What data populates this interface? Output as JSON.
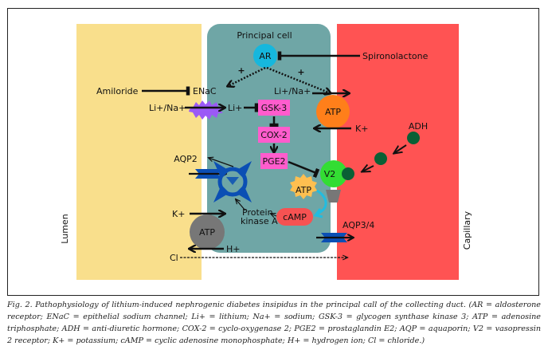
{
  "regions": {
    "lumen": "Lumen",
    "cell": "Principal cell",
    "capillary": "Capillary"
  },
  "labels": {
    "ar": "AR",
    "spironolactone": "Spironolactone",
    "plus": "+",
    "amiloride": "Amiloride",
    "enac": "ENaC",
    "li_na_lumen": "Li+/Na+",
    "li": "Li+",
    "gsk3": "GSK-3",
    "cox2": "COX-2",
    "pge2": "PGE2",
    "li_na_baso": "Li+/Na+",
    "atp_pump": "ATP",
    "k_baso": "K+",
    "adh": "ADH",
    "v2": "V2",
    "atp_burst": "ATP",
    "camp": "cAMP",
    "aqp2": "AQP2",
    "pka_line1": "Protein",
    "pka_line2": "kinase A",
    "k_apical": "K+",
    "atp_apical": "ATP",
    "h": "H+",
    "cl": "Cl",
    "aqp34": "AQP3/4"
  },
  "colors": {
    "lumen": "#f9df8c",
    "cell": "#6fa6a6",
    "capillary": "#ff5353",
    "ar": "#16b7dd",
    "enac_burst": "#9b59f6",
    "enzyme_box": "#ff5ccd",
    "atp_pump": "#ff7f1a",
    "v2": "#33dd33",
    "adh": "#0a6035",
    "atp_burst": "#ffbf50",
    "camp": "#f65252",
    "channel": "#0b4fb4",
    "pka": "#0b4fb4",
    "atp_apical": "#777777",
    "receptor_base": "#777777",
    "camp_arrow": "#22bce0"
  },
  "caption": "Fig. 2. Pathophysiology of lithium-induced nephrogenic diabetes insipidus in the principal call of the collecting duct. (AR = aldosterone receptor; ENaC = epithelial sodium channel; Li+ = lithium; Na+ = sodium; GSK-3 = glycogen synthase kinase 3; ATP = adenosine triphosphate; ADH = anti-diuretic hormone; COX-2 = cyclo-oxygenase 2; PGE2 = prostaglandin E2; AQP = aquaporin; V2 = vasopressin 2 receptor; K+ = potassium; cAMP = cyclic adenosine monophosphate; H+ = hydrogen ion; Cl = chloride.)"
}
